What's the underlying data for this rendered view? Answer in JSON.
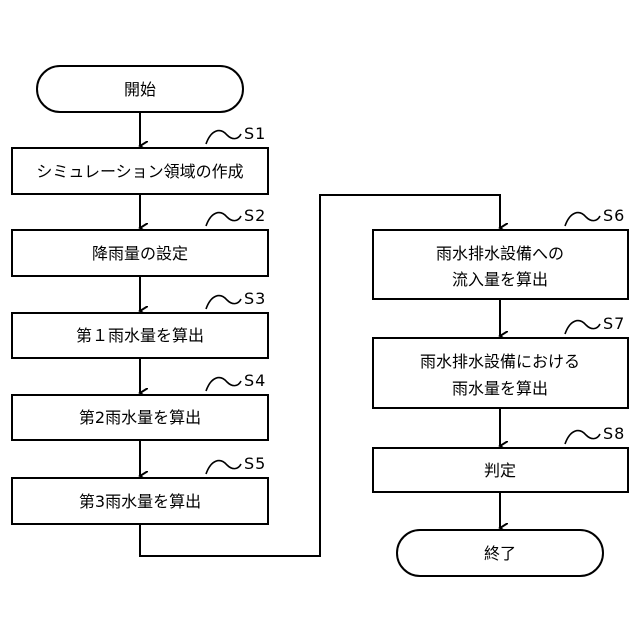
{
  "start": {
    "label": "開始"
  },
  "end": {
    "label": "終了"
  },
  "steps": [
    {
      "id": "S1",
      "lines": [
        "シミュレーション領域の作成"
      ]
    },
    {
      "id": "S2",
      "lines": [
        "降雨量の設定"
      ]
    },
    {
      "id": "S3",
      "lines": [
        "第１雨水量を算出"
      ]
    },
    {
      "id": "S4",
      "lines": [
        "第2雨水量を算出"
      ]
    },
    {
      "id": "S5",
      "lines": [
        "第3雨水量を算出"
      ]
    },
    {
      "id": "S6",
      "lines": [
        "雨水排水設備への",
        "流入量を算出"
      ]
    },
    {
      "id": "S7",
      "lines": [
        "雨水排水設備における",
        "雨水量を算出"
      ]
    },
    {
      "id": "S8",
      "lines": [
        "判定"
      ]
    }
  ]
}
